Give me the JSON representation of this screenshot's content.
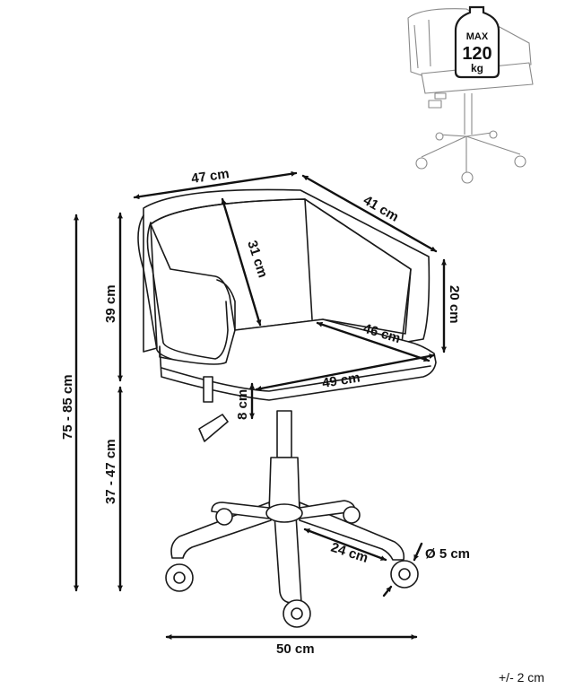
{
  "weight_badge": {
    "max_label": "MAX",
    "value": "120",
    "unit": "kg"
  },
  "dimensions": {
    "backrest_width": "47 cm",
    "armrest_depth": "41 cm",
    "backrest_inner_height": "31 cm",
    "backrest_height": "39 cm",
    "total_height": "75 - 85 cm",
    "seat_height": "37 - 47 cm",
    "armrest_height": "20 cm",
    "seat_depth": "46 cm",
    "seat_width": "49 cm",
    "seat_thickness": "8 cm",
    "leg_length": "24 cm",
    "wheel_diameter": "Ø 5 cm",
    "base_diameter": "50 cm"
  },
  "tolerance": "+/- 2 cm"
}
